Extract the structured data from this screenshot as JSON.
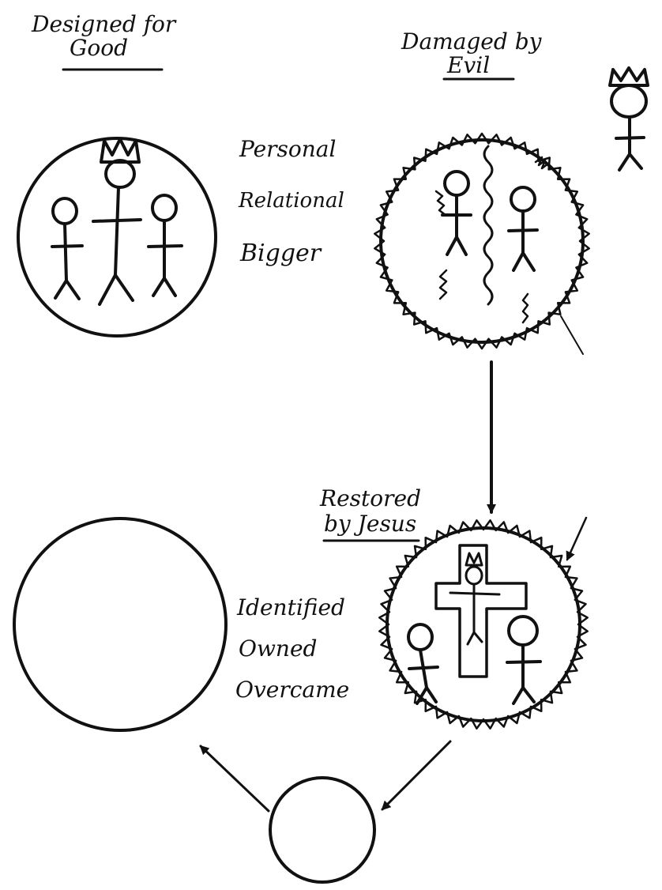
{
  "headings": {
    "designed_line1": "Designed for",
    "designed_line2": "Good",
    "damaged_line1": "Damaged by",
    "damaged_line2": "Evil",
    "restored_line1": "Restored",
    "restored_line2": "by Jesus"
  },
  "labels_top": [
    "Personal",
    "Relational",
    "Bigger"
  ],
  "labels_bottom": [
    "Identified",
    "Owned",
    "Overcame"
  ],
  "colors": {
    "ink": "#111111",
    "paper": "#ffffff"
  }
}
